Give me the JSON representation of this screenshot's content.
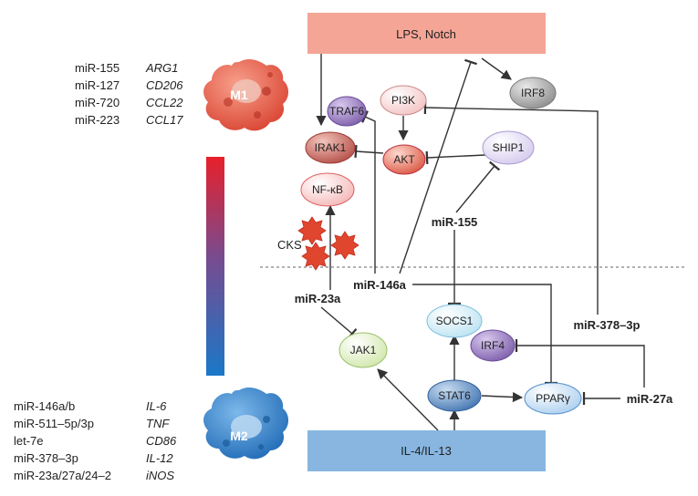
{
  "banners": {
    "top": "LPS, Notch",
    "bottom": "IL-4/IL-13"
  },
  "cells": {
    "m1": "M1",
    "m2": "M2"
  },
  "m1_list": {
    "mirnas": [
      "miR-155",
      "miR-127",
      "miR-720",
      "miR-223"
    ],
    "genes": [
      "ARG1",
      "CD206",
      "CCL22",
      "CCL17"
    ]
  },
  "m2_list": {
    "mirnas": [
      "miR-146a/b",
      "miR-511–5p/3p",
      "let-7e",
      "miR-378–3p",
      "miR-23a/27a/24–2"
    ],
    "genes": [
      "IL-6",
      "TNF",
      "CD86",
      "IL-12",
      "iNOS"
    ]
  },
  "nodes": {
    "traf6": "TRAF6",
    "pi3k": "PI3K",
    "irf8": "IRF8",
    "irak1": "IRAK1",
    "akt": "AKT",
    "ship1": "SHIP1",
    "nfkb": "NF-κB",
    "socs1": "SOCS1",
    "irf4": "IRF4",
    "jak1": "JAK1",
    "stat6": "STAT6",
    "ppar": "PPARγ"
  },
  "labels": {
    "cks": "CKS",
    "mir155": "miR-155",
    "mir146a": "miR-146a",
    "mir23a": "miR-23a",
    "mir378": "miR-378–3p",
    "mir27a": "miR-27a"
  },
  "colors": {
    "top_banner": "#f5a596",
    "bottom_banner": "#88b6e0",
    "gradient_top": "#e8202a",
    "gradient_mid": "#7a4a8e",
    "gradient_bottom": "#1a78c8",
    "m1_cell": "#e0523f",
    "m2_cell": "#2a7fc8"
  }
}
